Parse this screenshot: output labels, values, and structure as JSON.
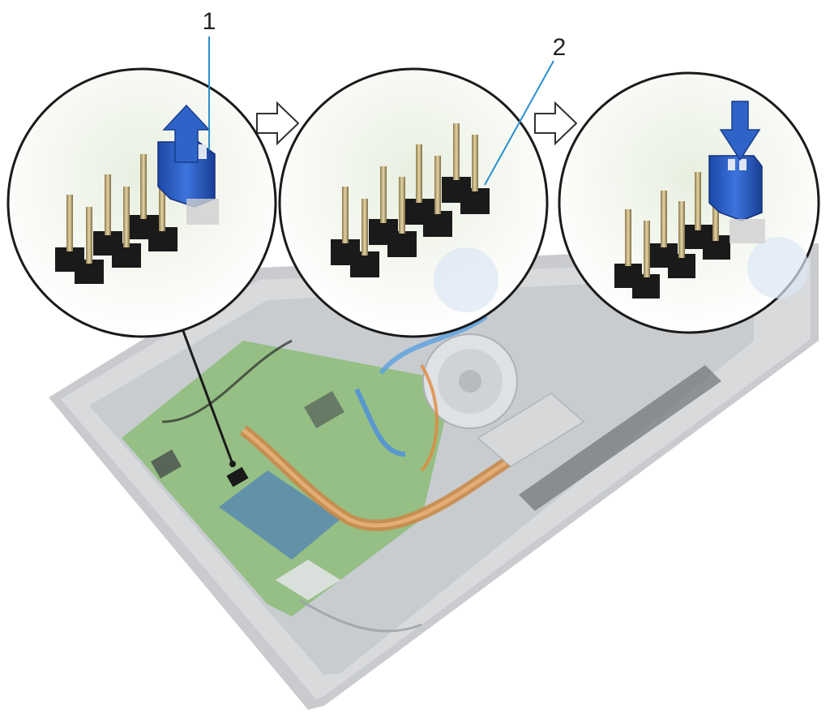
{
  "callouts": [
    {
      "number": "1",
      "target": "jumper"
    },
    {
      "number": "2",
      "target": "password-pins"
    }
  ],
  "steps": [
    {
      "name": "step-1",
      "jumper": "lifted",
      "arrow": "up"
    },
    {
      "name": "step-2",
      "jumper": "removed",
      "arrow": "none"
    },
    {
      "name": "step-3",
      "jumper": "installed",
      "arrow": "down"
    }
  ],
  "colors": {
    "jumper": "#2d5fc4",
    "pcb": "#7fb36a",
    "chassis": "#9a9ea3",
    "heat_pipe": "#c98a4a",
    "callout_line": "#2a8fd0",
    "pin": "#c9b27a",
    "pin_base": "#1a1a1a"
  }
}
